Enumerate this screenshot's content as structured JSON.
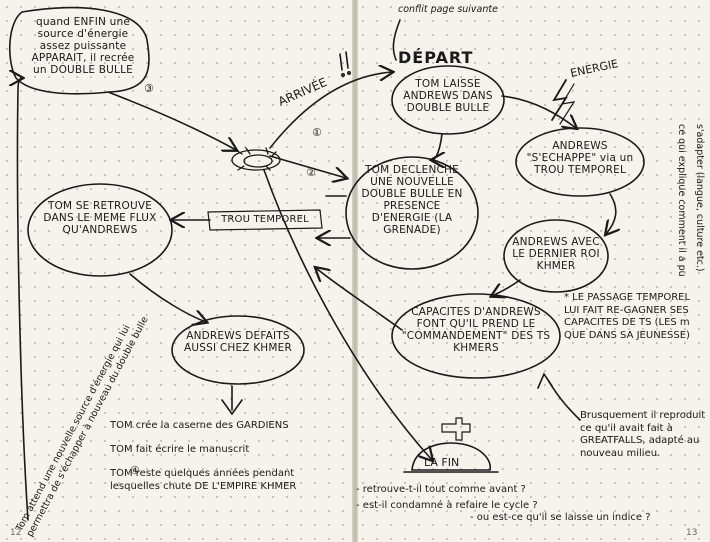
{
  "nodes": {
    "quand_enfin": "quand ENFIN une source d'énergie assez puissante APPARAIT, il recrée un DOUBLE BULLE",
    "tom_laisse": "TOM LAISSE ANDREWS DANS DOUBLE BULLE",
    "andrews_echappe": "ANDREWS \"S'ECHAPPE\" via un TROU TEMPOREL",
    "tom_declenche": "TOM DECLENCHE UNE NOUVELLE DOUBLE BULLE EN PRESENCE D'ENERGIE (LA GRENADE)",
    "tom_se_retrouve": "TOM SE RETROUVE DANS LE MEME FLUX QU'ANDREWS",
    "trou_temporel": "TROU TEMPOREL",
    "andrews_dernier": "ANDREWS AVEC LE DERNIER ROI KHMER",
    "capacites": "CAPACITES D'ANDREWS FONT QU'IL PREND LE \"COMMANDEMENT\" DES TS KHMERS",
    "andrews_defaits": "ANDREWS DEFAITS AUSSI CHEZ KHMER",
    "la_fin": "LA FIN"
  },
  "labels": {
    "depart": "DÉPART",
    "arrivee": "ARRIVÉE",
    "energie": "ENERGIE",
    "top_note": "conflit page suivante",
    "marker_1": "①",
    "marker_2": "②",
    "marker_3": "③",
    "marker_4": "④"
  },
  "notes": {
    "passage": "* LE PASSAGE TEMPOREL LUI FAIT RE-GAGNER SES CAPACITES DE TS (LES m QUE DANS SA JEUNESSE)",
    "bases_1": "TOM crée la caserne des GARDIENS",
    "bases_2": "TOM fait écrire le manuscrit",
    "bases_3": "TOM reste quelques années pendant lesquelles chute DE L'EMPIRE KHMER",
    "right_bottom": "Brusquement il reproduit ce qu'il avait fait à GREATFALLS, adapté au nouveau milieu.",
    "questions_1": "- retrouve-t-il tout comme avant ?",
    "questions_2": "- est-il condamné à refaire le cycle ?",
    "questions_3": "- ou est-ce qu'il se laisse un indice ?",
    "left_vertical": "Tom attend une nouvelle source d'énergie qui lui permettra de s'échapper à nouveau du double bulle",
    "right_vertical_1": "ce qui explique comment il a pu",
    "right_vertical_2": "s'adapter (langue, culture etc.)"
  },
  "page_numbers": {
    "left": "12",
    "right": "13"
  }
}
